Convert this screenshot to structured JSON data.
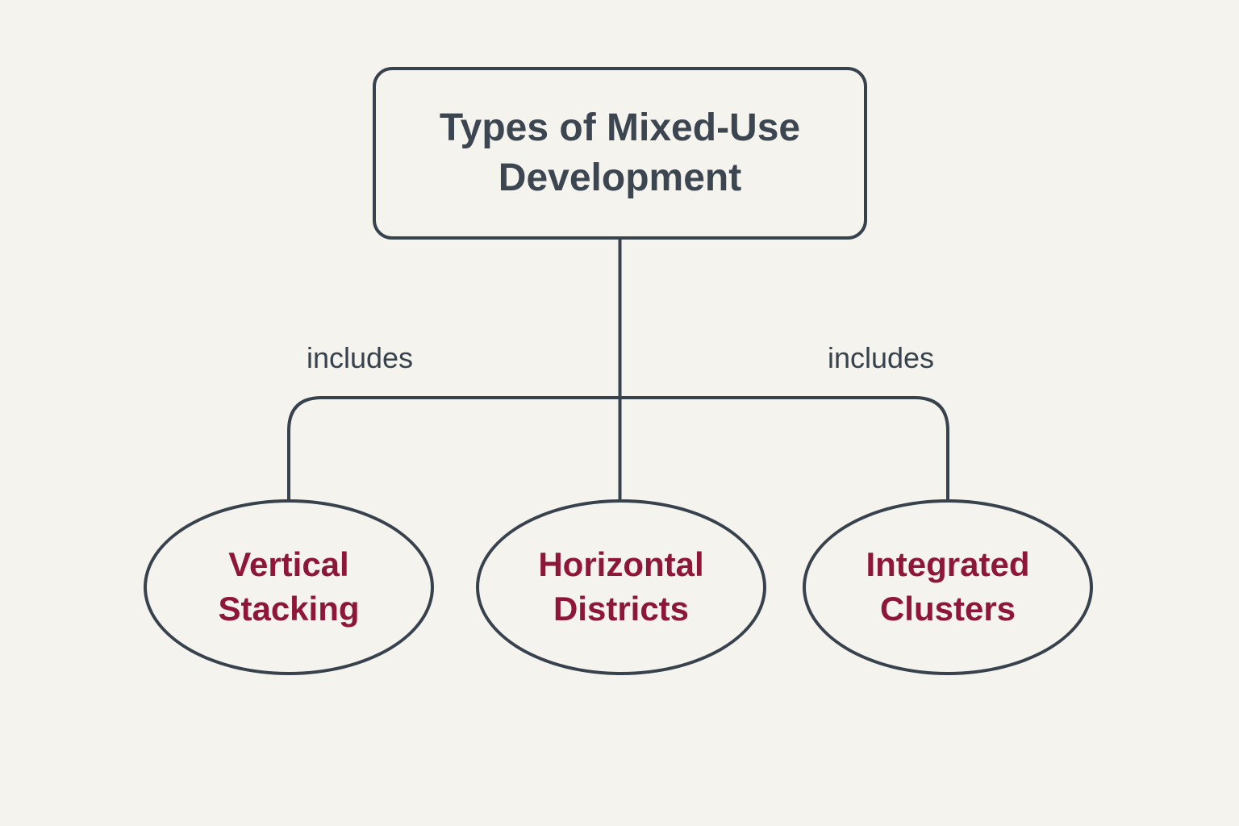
{
  "colors": {
    "background": "#f5f3ee",
    "line": "#37424d",
    "title_text": "#3b4650",
    "node_text": "#8e1638"
  },
  "root": {
    "lines": [
      "Types of Mixed-Use",
      "Development"
    ]
  },
  "edges": {
    "left_label": "includes",
    "right_label": "includes"
  },
  "children": [
    {
      "id": "vertical-stacking",
      "lines": [
        "Vertical",
        "Stacking"
      ]
    },
    {
      "id": "horizontal-districts",
      "lines": [
        "Horizontal",
        "Districts"
      ]
    },
    {
      "id": "integrated-clusters",
      "lines": [
        "Integrated",
        "Clusters"
      ]
    }
  ]
}
